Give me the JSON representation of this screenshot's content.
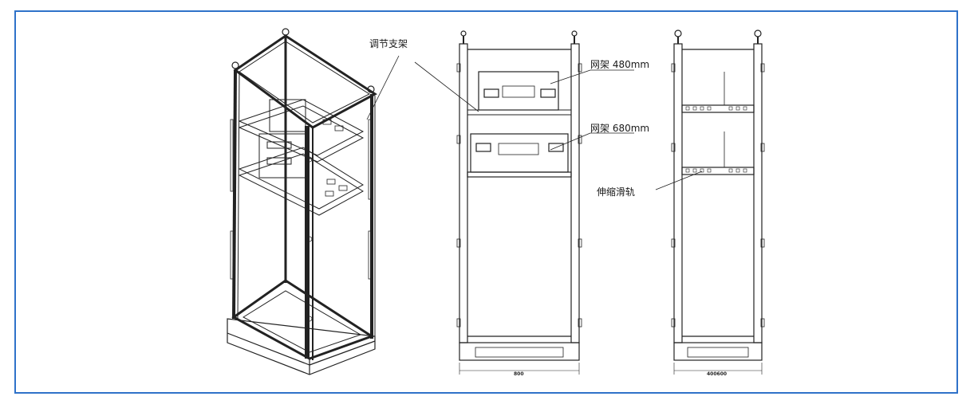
{
  "frame_color": "#2f72c9",
  "line_color": "#222222",
  "labels": {
    "adjust_bracket": "调节支架",
    "net_frame_480": "网架 480mm",
    "net_frame_680": "网架 680mm",
    "telescopic_rail": "伸缩滑轨"
  },
  "dimensions": {
    "front_width": "800",
    "side_width": "400600"
  }
}
